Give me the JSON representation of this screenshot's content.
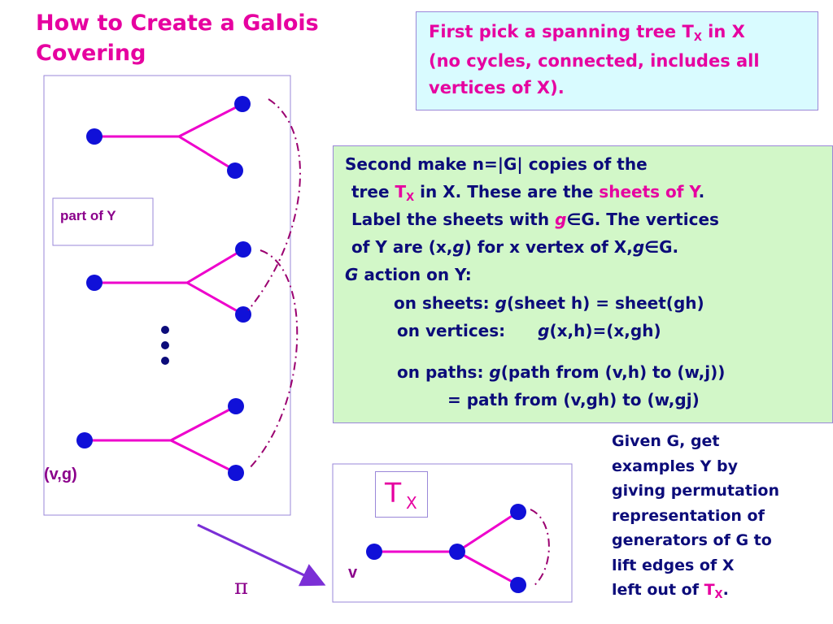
{
  "title": {
    "line1": "How to Create a Galois",
    "line2": "Covering"
  },
  "step1": {
    "line1_pre": "First pick a spanning tree ",
    "line1_T": "T",
    "line1_sub": "X",
    "line1_post": " in X",
    "line2": "(no cycles, connected, includes all",
    "line3": "vertices of X)."
  },
  "step2": {
    "l1": "Second make n=|G| copies of the",
    "l2_pre": "tree ",
    "l2_T": "T",
    "l2_sub": "X",
    "l2_mid": " in X. These are the ",
    "l2_sheets": "sheets of Y",
    "l2_end": ".",
    "l3_pre": "Label the sheets with ",
    "l3_g": "g",
    "l3_in": "∈",
    "l3_post": "G.  The vertices",
    "l4_pre": "of Y are (x,",
    "l4_g": "g",
    "l4_mid": ") for x vertex of X,",
    "l4_g2": "g",
    "l4_in": "∈",
    "l4_end": "G.",
    "l5_G": "G",
    "l5_action": "  action on Y:",
    "sheets_label": "on sheets: ",
    "sheets_g": "g",
    "sheets_rest": "(sheet h) = sheet(gh)",
    "vertices_label": "on vertices:",
    "vertices_g": "g",
    "vertices_rest": "(x,h)=(x,gh)",
    "paths_label": "on paths: ",
    "paths_g": "g",
    "paths_rest": "(path from (v,h) to (w,j))",
    "paths_line2": "= path from (v,gh) to (w,gj)"
  },
  "note": {
    "l1": "Given G, get",
    "l2": "examples Y by",
    "l3": "giving permutation",
    "l4": "representation of",
    "l5": "generators of G to",
    "l6": "lift edges of X",
    "l7_pre": "left out of ",
    "l7_T": "T",
    "l7_sub": "X",
    "l7_end": "."
  },
  "labels": {
    "part_of_y": "part of Y",
    "vg": "(v,g)",
    "v": "v",
    "pi": "π",
    "tx_T": "T",
    "tx_sub": "X"
  },
  "colors": {
    "edge": "#ee00cc",
    "vertex": "#1010d8",
    "dots": "#0c0c7a",
    "dashed": "#9b0070",
    "arrow": "#7b2fd6",
    "frame": "#9a87d8"
  }
}
